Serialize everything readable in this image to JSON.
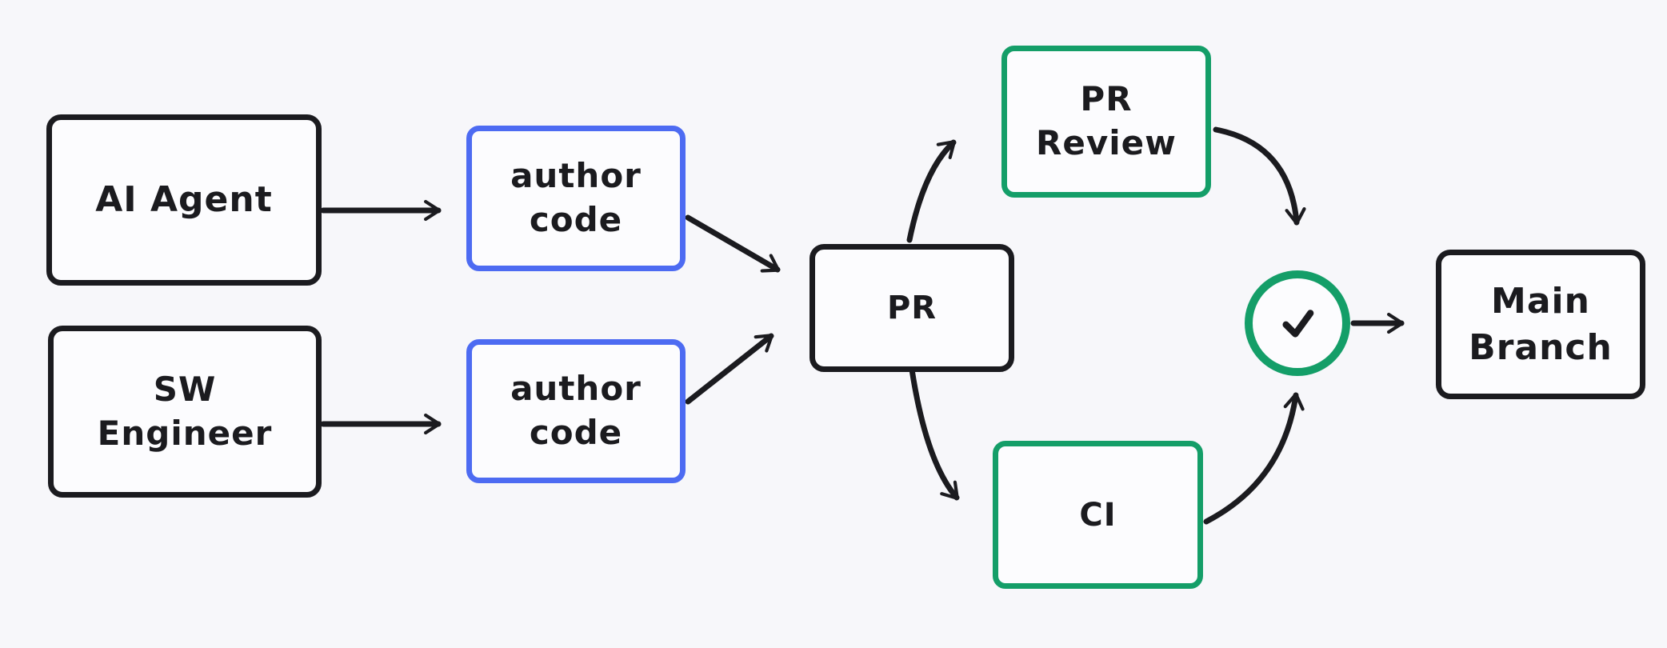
{
  "colors": {
    "ink": "#1b1b1f",
    "blue": "#4d6bf2",
    "green": "#149e68",
    "bg": "#f7f7fa",
    "fill": "#fcfcfe"
  },
  "nodes": {
    "ai_agent": {
      "label": "AI Agent",
      "style": "black"
    },
    "sw_engineer": {
      "label": "SW\nEngineer",
      "style": "black"
    },
    "author_code_1": {
      "label": "author\ncode",
      "style": "blue"
    },
    "author_code_2": {
      "label": "author\ncode",
      "style": "blue"
    },
    "pr": {
      "label": "PR",
      "style": "black"
    },
    "pr_review": {
      "label": "PR\nReview",
      "style": "green"
    },
    "ci": {
      "label": "CI",
      "style": "green"
    },
    "approval_check": {
      "symbol": "✓",
      "style": "green-circle"
    },
    "main_branch": {
      "label": "Main\nBranch",
      "style": "black"
    }
  },
  "edges": [
    {
      "from": "ai_agent",
      "to": "author_code_1"
    },
    {
      "from": "sw_engineer",
      "to": "author_code_2"
    },
    {
      "from": "author_code_1",
      "to": "pr"
    },
    {
      "from": "author_code_2",
      "to": "pr"
    },
    {
      "from": "pr",
      "to": "pr_review"
    },
    {
      "from": "pr",
      "to": "ci"
    },
    {
      "from": "pr_review",
      "to": "approval_check"
    },
    {
      "from": "ci",
      "to": "approval_check"
    },
    {
      "from": "approval_check",
      "to": "main_branch"
    }
  ]
}
